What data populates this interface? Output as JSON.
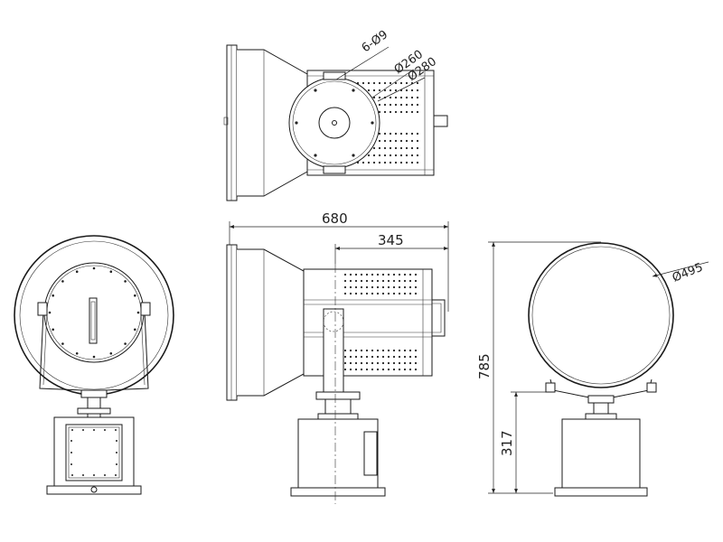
{
  "dimensions": {
    "holes": "6-Ø9",
    "inner_diameter": "Ø260",
    "outer_diameter": "Ø280",
    "overall_length": "680",
    "rear_length": "345",
    "lens_diameter": "Ø495",
    "total_height": "785",
    "base_height": "317"
  }
}
